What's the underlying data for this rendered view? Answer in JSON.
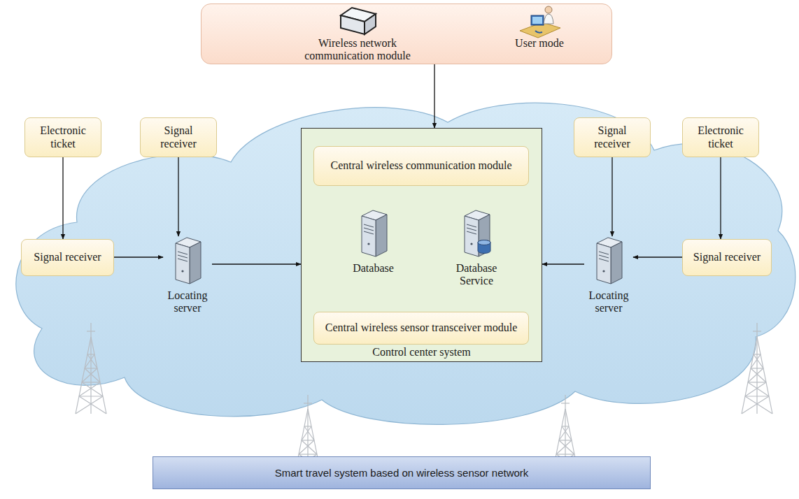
{
  "diagram": {
    "nodes": [
      {
        "text": [
          "Wireless network communication module",
          "User mode"
        ]
      },
      {
        "text": [
          "Electronic ticket"
        ]
      },
      {
        "text": [
          "Signal receiver"
        ]
      },
      {
        "text": [
          "Signal receiver"
        ]
      },
      {
        "text": [
          "Locating server"
        ]
      },
      {
        "text": [
          "Control center system"
        ]
      },
      {
        "text": [
          "Central wireless communication module"
        ],
        "in": 5
      },
      {
        "text": [
          "Database"
        ],
        "in": 5
      },
      {
        "text": [
          "Database Service"
        ],
        "in": 5
      },
      {
        "text": [
          "Central wireless sensor transceiver module"
        ],
        "in": 5
      },
      {
        "text": [
          "Signal receiver"
        ]
      },
      {
        "text": [
          "Electronic ticket"
        ]
      },
      {
        "text": [
          "Locating server"
        ]
      },
      {
        "text": [
          "Signal receiver"
        ]
      },
      {
        "text": [
          "Smart travel system based on wireless sensor network"
        ]
      }
    ],
    "edges": [
      {
        "from": 0,
        "to": 5,
        "arrow": "to"
      },
      {
        "from": 1,
        "to": 3,
        "arrow": "to"
      },
      {
        "from": 2,
        "to": 4,
        "arrow": "to"
      },
      {
        "from": 3,
        "to": 4,
        "arrow": "to"
      },
      {
        "from": 4,
        "to": 5,
        "arrow": "to"
      },
      {
        "from": 7,
        "to": 8,
        "arrow": "both"
      },
      {
        "from": 10,
        "to": 12,
        "arrow": "to"
      },
      {
        "from": 11,
        "to": 13,
        "arrow": "to"
      },
      {
        "from": 13,
        "to": 12,
        "arrow": "to"
      },
      {
        "from": 12,
        "to": 5,
        "arrow": "to"
      }
    ]
  }
}
